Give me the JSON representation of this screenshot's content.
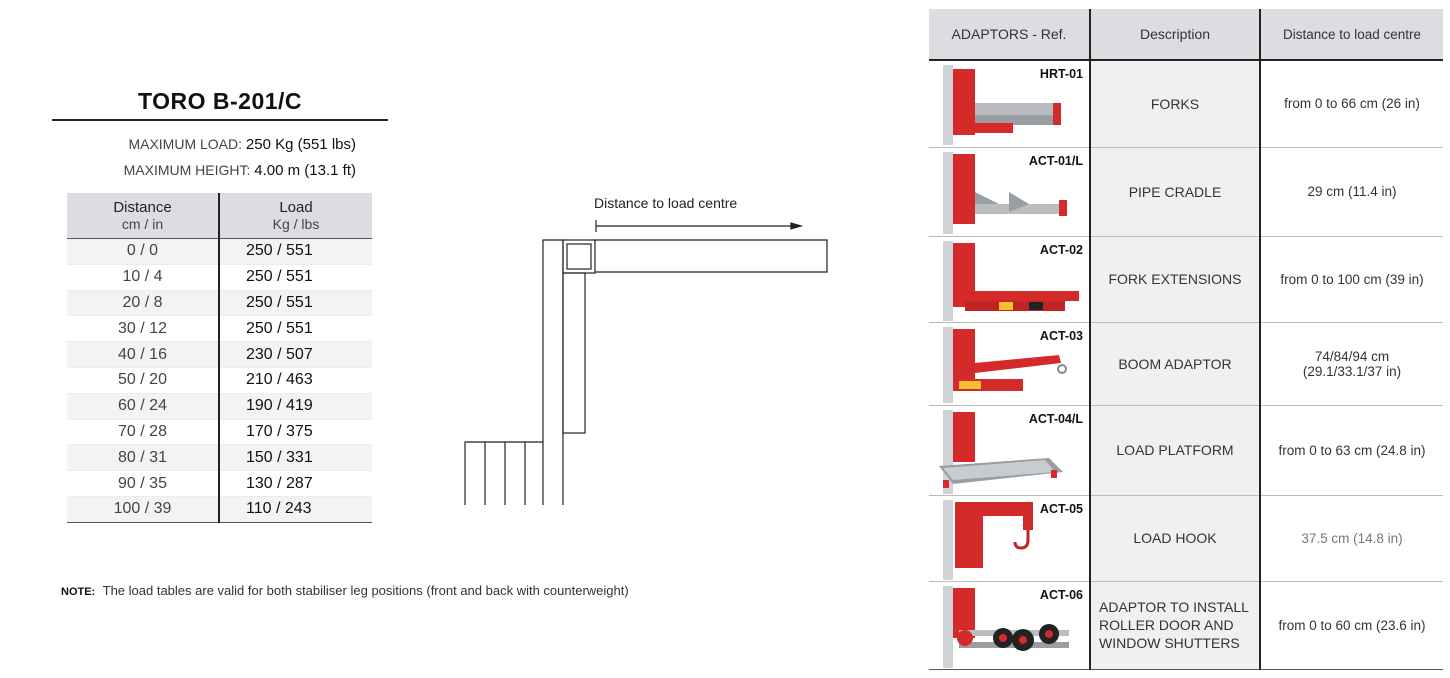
{
  "product": {
    "title": "TORO B-201/C",
    "max_load_label": "MAXIMUM LOAD:",
    "max_load_value": "250 Kg (551 lbs)",
    "max_height_label": "MAXIMUM HEIGHT:",
    "max_height_value": "4.00 m (13.1 ft)"
  },
  "load_table": {
    "col1_title": "Distance",
    "col1_units": "cm  /  in",
    "col2_title": "Load",
    "col2_units": "Kg  /  lbs",
    "rows": [
      {
        "distance": "0  /  0",
        "load": "250  /  551"
      },
      {
        "distance": "10  /  4",
        "load": "250  /  551"
      },
      {
        "distance": "20  /  8",
        "load": "250  /  551"
      },
      {
        "distance": "30  /  12",
        "load": "250  /  551"
      },
      {
        "distance": "40  /  16",
        "load": "230  /  507"
      },
      {
        "distance": "50  /  20",
        "load": "210  /  463"
      },
      {
        "distance": "60  /  24",
        "load": "190  /  419"
      },
      {
        "distance": "70  /  28",
        "load": "170  /  375"
      },
      {
        "distance": "80  /  31",
        "load": "150  /  331"
      },
      {
        "distance": "90  /  35",
        "load": "130  /  287"
      },
      {
        "distance": "100  /  39",
        "load": "110  /  243"
      }
    ]
  },
  "note": {
    "label": "NOTE:",
    "text": "The load tables are valid for both stabiliser leg positions (front and back with counterweight)"
  },
  "diagram": {
    "label": "Distance to load centre"
  },
  "adaptors": {
    "headers": [
      "ADAPTORS - Ref.",
      "Description",
      "Distance to load centre"
    ],
    "rows": [
      {
        "ref": "HRT-01",
        "description": "FORKS",
        "distance": "from 0 to 66 cm (26 in)"
      },
      {
        "ref": "ACT-01/L",
        "description": "PIPE CRADLE",
        "distance": "29 cm (11.4 in)"
      },
      {
        "ref": "ACT-02",
        "description": "FORK EXTENSIONS",
        "distance": "from 0 to 100 cm (39 in)"
      },
      {
        "ref": "ACT-03",
        "description": "BOOM ADAPTOR",
        "distance": "74/84/94 cm",
        "distance2": "(29.1/33.1/37 in)"
      },
      {
        "ref": "ACT-04/L",
        "description": "LOAD PLATFORM",
        "distance": "from 0 to 63 cm (24.8 in)"
      },
      {
        "ref": "ACT-05",
        "description": "LOAD HOOK",
        "distance": "37.5 cm (14.8 in)"
      },
      {
        "ref": "ACT-06",
        "description": "ADAPTOR TO INSTALL",
        "description2": "ROLLER DOOR AND",
        "description3": "WINDOW SHUTTERS",
        "distance": "from 0 to 60 cm (23.6 in)"
      }
    ]
  },
  "colors": {
    "accent_red": "#d42a2a",
    "header_grey": "#dcdde0"
  }
}
